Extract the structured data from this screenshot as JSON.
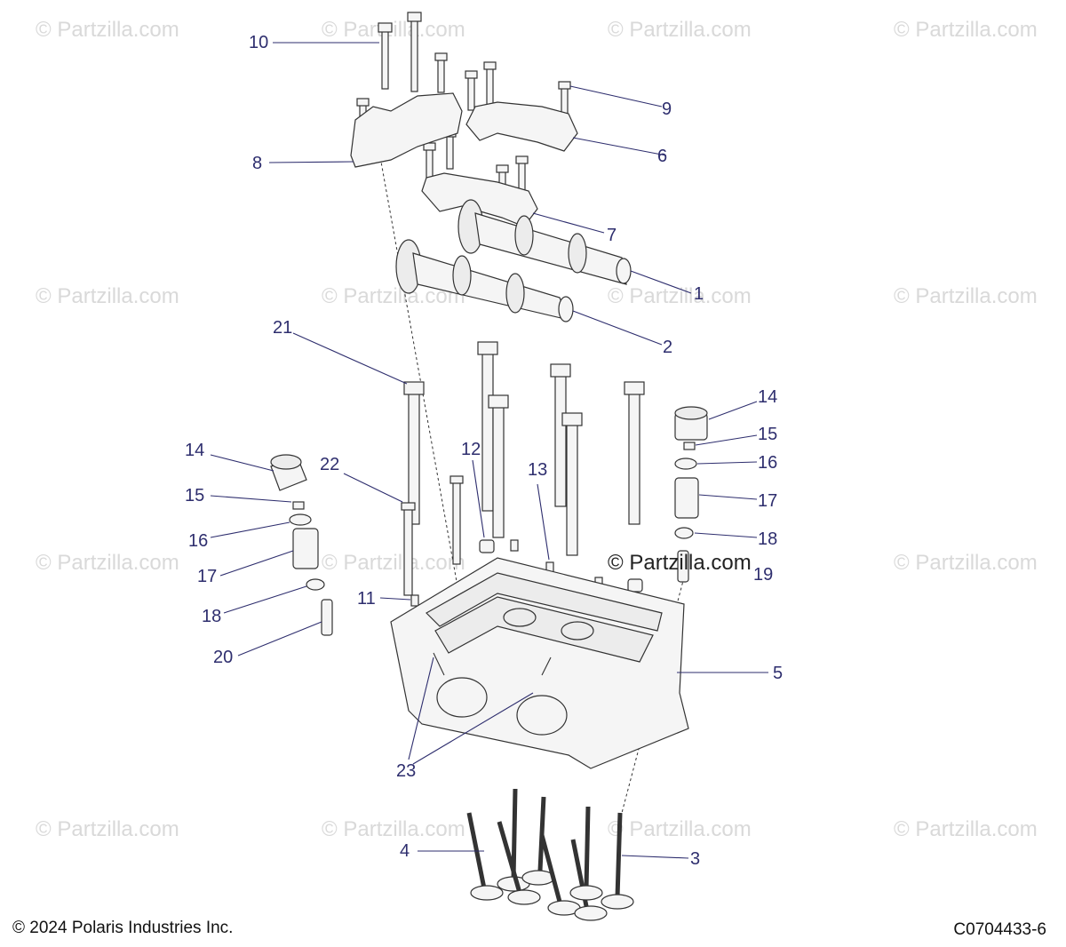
{
  "watermark": {
    "text": "© Partzilla.com",
    "center_text": "© Partzilla.com"
  },
  "callouts": [
    "10",
    "9",
    "8",
    "6",
    "7",
    "1",
    "2",
    "21",
    "14",
    "15",
    "16",
    "17",
    "18",
    "19",
    "12",
    "13",
    "22",
    "14",
    "15",
    "16",
    "17",
    "18",
    "11",
    "20",
    "5",
    "23",
    "4",
    "3"
  ],
  "footer": {
    "copyright": "© 2024 Polaris Industries Inc.",
    "diagram_id": "C0704433-6"
  },
  "colors": {
    "callout_text": "#2e2e6e",
    "watermark": "#d9d9d9",
    "part_outline": "#333333",
    "part_fill": "#f5f5f5"
  }
}
